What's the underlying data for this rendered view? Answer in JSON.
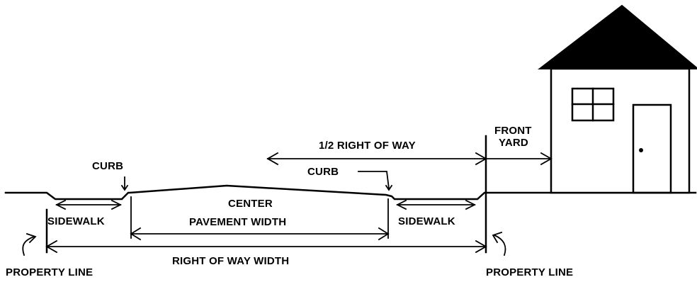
{
  "labels": {
    "curb_left": "CURB",
    "curb_right": "CURB",
    "half_right_of_way": "1/2 RIGHT OF WAY",
    "front_yard_line1": "FRONT",
    "front_yard_line2": "YARD",
    "center": "CENTER",
    "pavement_width": "PAVEMENT WIDTH",
    "sidewalk_left": "SIDEWALK",
    "sidewalk_right": "SIDEWALK",
    "right_of_way_width": "RIGHT OF WAY WIDTH",
    "property_line_left": "PROPERTY LINE",
    "property_line_right": "PROPERTY LINE"
  },
  "colors": {
    "ink": "#000000",
    "background": "#ffffff"
  }
}
